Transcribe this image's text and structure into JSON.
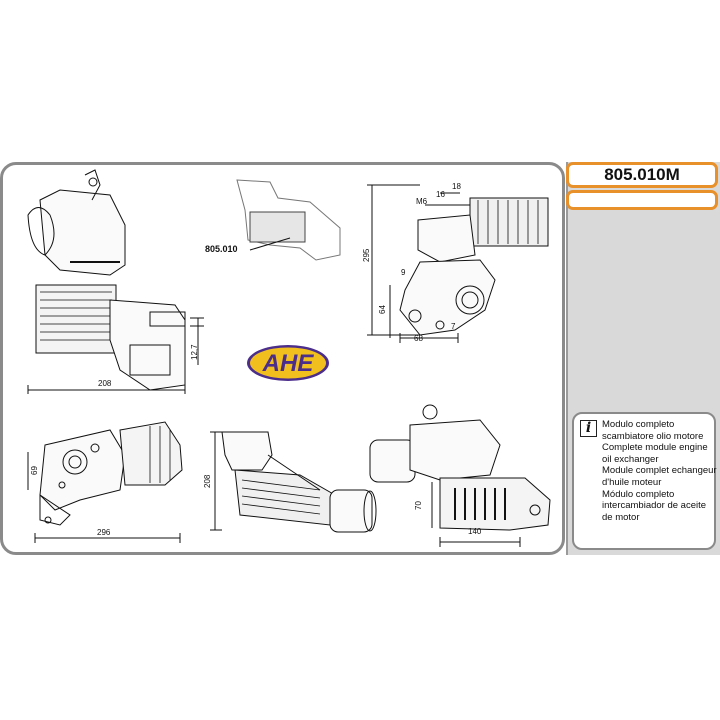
{
  "product": {
    "code": "805.010M",
    "secondary_code": ""
  },
  "drawings": {
    "reference_part": "805.010",
    "dims_top_left": [
      "12,7",
      "208"
    ],
    "dims_top_right": [
      "18",
      "16",
      "M6",
      "295",
      "9",
      "64",
      "7",
      "68"
    ],
    "dims_bottom_left": [
      "69",
      "296"
    ],
    "dims_bottom_mid": [
      "208"
    ],
    "dims_bottom_right": [
      "70",
      "140"
    ]
  },
  "brand": {
    "logo_text": "AHE",
    "logo_fill": "#f2c01e",
    "logo_text_color": "#4b2e8c"
  },
  "description": {
    "lines": [
      "Modulo completo",
      "scambiatore olio motore",
      "Complete module engine",
      "oil exchanger",
      "Module complet echangeur",
      "d'huile moteur",
      "Módulo completo",
      "intercambiador de aceite",
      "de motor"
    ]
  },
  "colors": {
    "accent_border": "#e8902a",
    "frame_border": "#8a8a8a",
    "side_panel": "#d9d9d9"
  }
}
